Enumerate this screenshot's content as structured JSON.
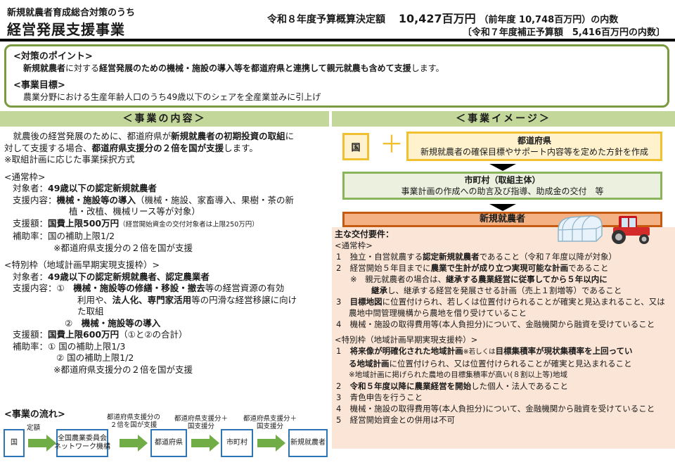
{
  "header": {
    "subtitle": "新規就農者育成総合対策のうち",
    "title": "経営発展支援事業",
    "budget_label": "令和８年度予算概算決定額",
    "budget_amount": "10,427百万円",
    "budget_prev": "（前年度 10,748百万円）の内数",
    "supplementary": "〔令和７年度補正予算額　5,416百万円の内数〕"
  },
  "points": {
    "policy_label": "<対策のポイント>",
    "policy_text": [
      {
        "t": "新規就農者",
        "b": true
      },
      {
        "t": "に対する",
        "b": false
      },
      {
        "t": "経営発展のための機械・施設の導入等を都道府県と連携して親元就農も含めて支援",
        "b": true
      },
      {
        "t": "します。",
        "b": false
      }
    ],
    "goal_label": "<事業目標>",
    "goal_text": "農業分野における生産年齢人口のうち49歳以下のシェアを全産業並みに引上げ"
  },
  "content": {
    "header": "＜事業の内容＞",
    "intro_1a": "　就農後の経営発展のために、都道府県が",
    "intro_1b": "新規就農者の初期投資の取組",
    "intro_1c": "に",
    "intro_2a": "対して支援する場合、",
    "intro_2b": "都道府県支援分の２倍を国が支援",
    "intro_2c": "します。",
    "intro_3": "※取組計画に応じた事業採択方式",
    "normal": {
      "heading": "<通常枠>",
      "target_label": "対象者：",
      "target": "49歳以下の認定新規就農者",
      "support_label": "支援内容：",
      "support_bold": "機械・施設等の導入",
      "support_rest": "（機械・施設、家畜導入、果樹・茶の新",
      "support_cont": "植・改植、機械リース等が対象）",
      "amount_label": "支援額：",
      "amount": "国費上限500万円",
      "amount_note": "（経営開始資金の交付対象者は上限250万円）",
      "rate_label": "補助率：",
      "rate": "国の補助上限1/2",
      "rate_note": "※都道府県支援分の２倍を国が支援"
    },
    "special": {
      "heading": "<特別枠（地域計画早期実現支援枠）>",
      "target_label": "対象者：",
      "target": "49歳以下の認定新規就農者、認定農業者",
      "support_label": "支援内容：",
      "item1_num": "①",
      "item1_bold": "機械・施設等の修繕・移設・撤去",
      "item1_rest": "等の経営資源の有効",
      "item1_cont_a": "利用や、",
      "item1_cont_b": "法人化、専門家活用",
      "item1_cont_c": "等の円滑な経営移譲に向け",
      "item1_cont_d": "た取組",
      "item2_num": "②",
      "item2_bold": "機械・施設等の導入",
      "amount_label": "支援額：",
      "amount": "国費上限600万円",
      "amount_note": "（①と②の合計）",
      "rate_label": "補助率：",
      "rate1": "① 国の補助上限1/3",
      "rate2": "② 国の補助上限1/2",
      "rate_note": "※都道府県支援分の２倍を国が支援"
    }
  },
  "flow": {
    "title": "<事業の流れ>",
    "nodes": [
      "国",
      "全国農業委員会\nネットワーク機構",
      "都道府県",
      "市町村",
      "新規就農者"
    ],
    "labels": [
      "定額",
      "都道府県支援分の\n２倍を国が支援",
      "都道府県支援分＋\n国支援分",
      "都道府県支援分＋\n国支援分"
    ]
  },
  "image": {
    "header": "＜事業イメージ＞",
    "kuni": "国",
    "plus": "＋",
    "pref_title": "都道府県",
    "pref_desc": "新規就農者の確保目標やサポート内容等を定めた方針を作成",
    "muni_title": "市町村（取組主体）",
    "muni_desc": "事業計画の作成への助言及び指導、助成金の交付　等",
    "farmer": "新規就農者"
  },
  "requirements": {
    "title": "主な交付要件：",
    "normal_heading": "<通常枠>",
    "normal": [
      {
        "n": "1",
        "parts": [
          {
            "t": "独立・自営就農する",
            "b": false
          },
          {
            "t": "認定新規就農者",
            "b": true
          },
          {
            "t": "であること（令和７年度以降が対象）",
            "b": false
          }
        ]
      },
      {
        "n": "2",
        "parts": [
          {
            "t": "経営開始５年目までに",
            "b": false
          },
          {
            "t": "農業で生計が成り立つ実現可能な計画",
            "b": true
          },
          {
            "t": "であること",
            "b": false
          }
        ]
      },
      {
        "n": "※",
        "parts": [
          {
            "t": "親元就農者の場合は、",
            "b": false
          },
          {
            "t": "継承する農業経営に従事してから５年以内に",
            "b": true
          }
        ]
      },
      {
        "n": "",
        "parts": [
          {
            "t": "継承",
            "b": true
          },
          {
            "t": "し、継承する経営を発展させる計画（売上１割増等）であること",
            "b": false
          }
        ]
      },
      {
        "n": "3",
        "parts": [
          {
            "t": "目標地図",
            "b": true
          },
          {
            "t": "に位置付けられ、若しくは位置付けられることが確実と見込まれること、又は",
            "b": false
          }
        ]
      },
      {
        "n": "",
        "parts": [
          {
            "t": "農地中間管理機構から農地を借り受けていること",
            "b": false
          }
        ]
      },
      {
        "n": "4",
        "parts": [
          {
            "t": "機械・施設の取得費用等(本人負担分)について、金融機関から融資を受けていること",
            "b": false
          }
        ]
      }
    ],
    "special_heading": "<特別枠（地域計画早期実現支援枠）>",
    "special": [
      {
        "n": "1",
        "parts": [
          {
            "t": "将来像が明確化された地域計画",
            "b": true
          },
          {
            "t": "※若しくは",
            "b": false
          },
          {
            "t": "目標集積率が現状集積率を上回ってい",
            "b": true
          }
        ]
      },
      {
        "n": "",
        "parts": [
          {
            "t": "る地域計画",
            "b": true
          },
          {
            "t": "に位置付けられ、又は位置付けられることが確実と見込まれること",
            "b": false
          }
        ]
      },
      {
        "n": "",
        "parts": [
          {
            "t": "※地域計画に掲げられた農地の目標集積率が高い(８割以上等)地域",
            "b": false
          }
        ]
      },
      {
        "n": "2",
        "parts": [
          {
            "t": "令和５年度以降に農業経営を開始",
            "b": true
          },
          {
            "t": "した個人・法人であること",
            "b": false
          }
        ]
      },
      {
        "n": "3",
        "parts": [
          {
            "t": "青色申告を行うこと",
            "b": false
          }
        ]
      },
      {
        "n": "4",
        "parts": [
          {
            "t": "機械・施設の取得費用等(本人負担分)について、金融機関から融資を受けていること",
            "b": false
          }
        ]
      },
      {
        "n": "5",
        "parts": [
          {
            "t": "経営開始資金との併用は不可",
            "b": false
          }
        ]
      }
    ]
  },
  "colors": {
    "green_header": "#c4d79b",
    "green_border": "#7a9a3f",
    "yellow_border": "#f0c030",
    "yellow_fill": "#fff2cc",
    "orange_fill": "#f4b183",
    "peach_bg": "#fbe5d6",
    "flow_blue": "#2e75b6",
    "arrow_green": "#70ad47"
  }
}
